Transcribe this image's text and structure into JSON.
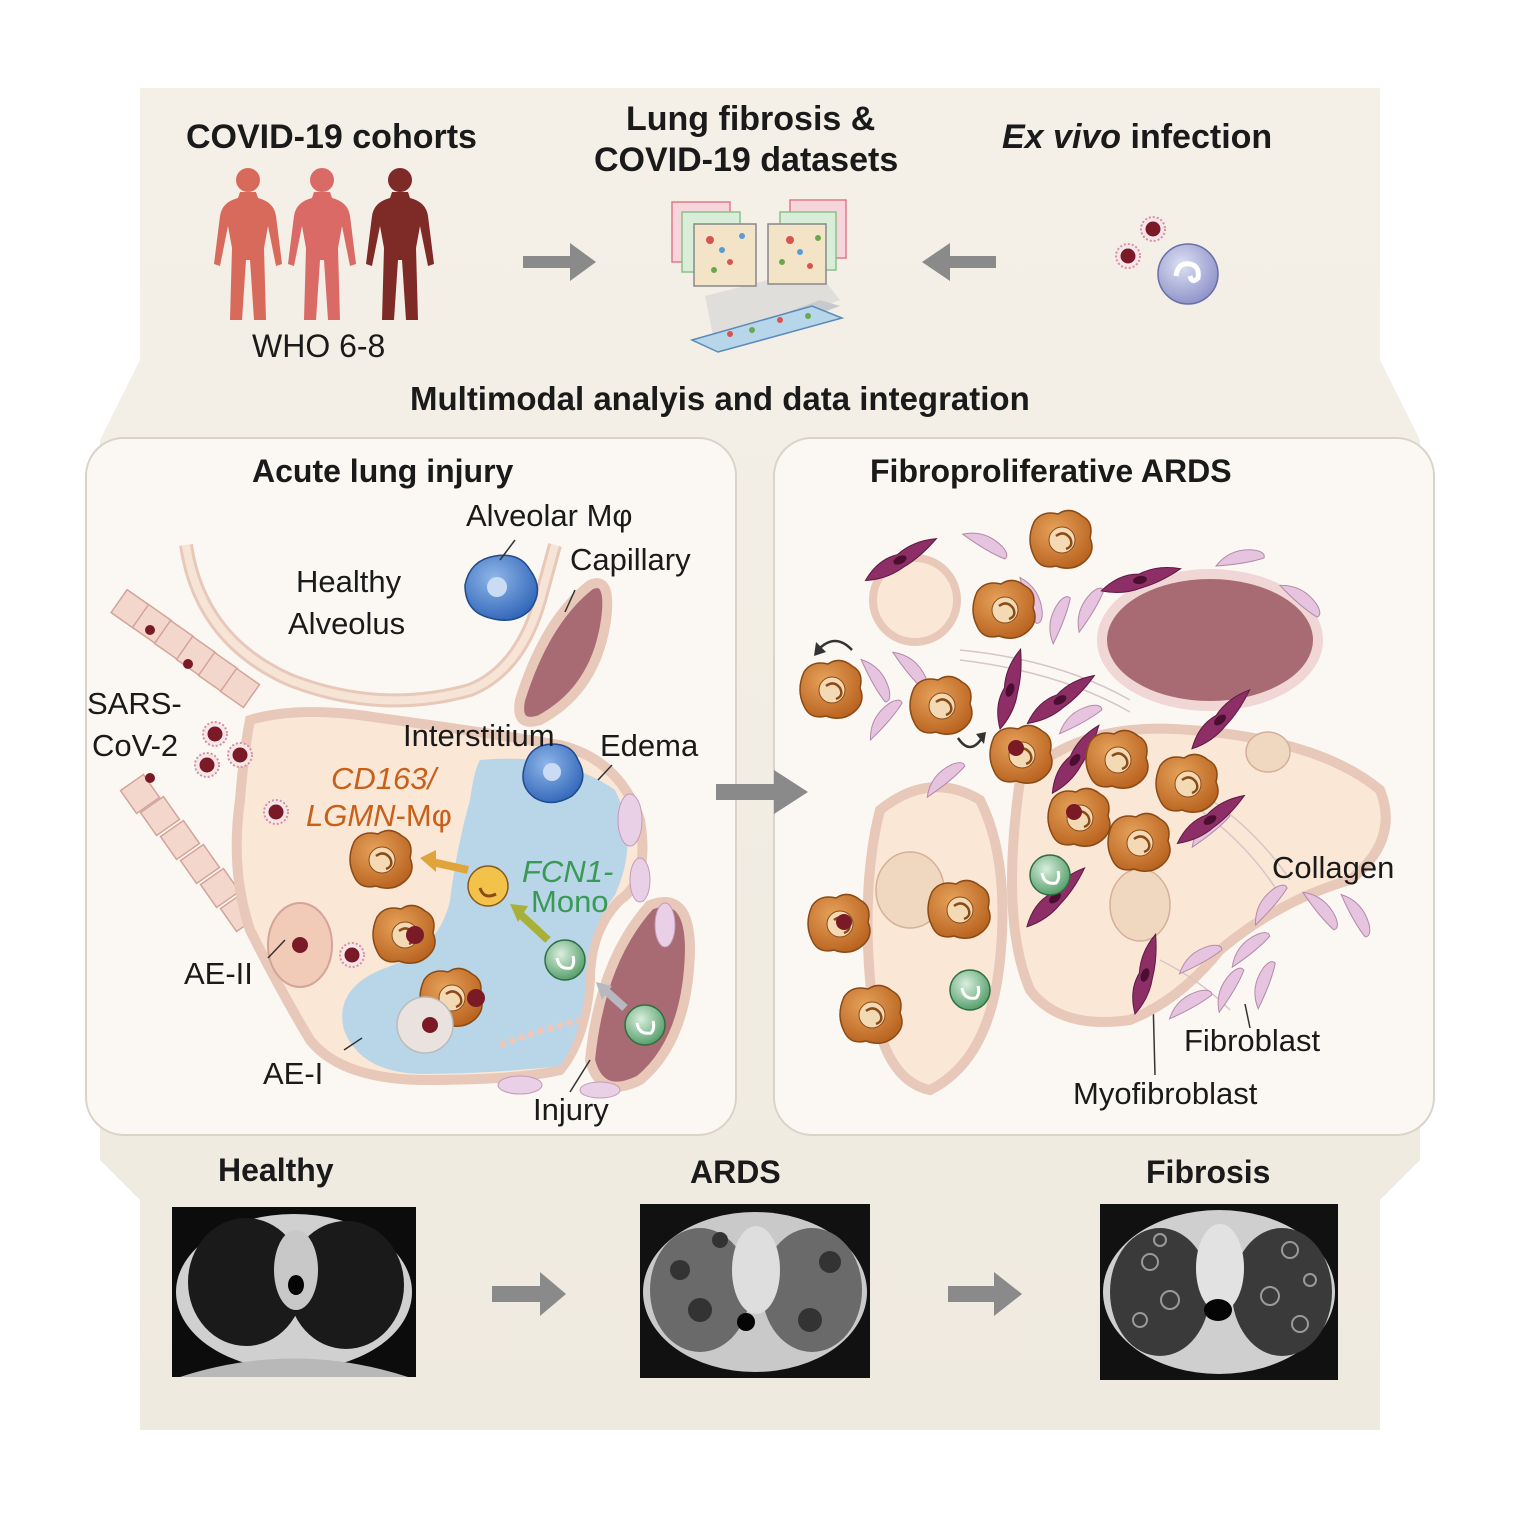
{
  "top": {
    "cohorts_title": "COVID-19 cohorts",
    "cohorts_sub": "WHO 6-8",
    "datasets_title_1": "Lung fibrosis &",
    "datasets_title_2": "COVID-19 datasets",
    "exvivo_italic": "Ex vivo",
    "exvivo_rest": " infection",
    "integration": "Multimodal analyis and data integration"
  },
  "acute": {
    "title": "Acute lung injury",
    "alveolar_macro": "Alveolar Mφ",
    "capillary": "Capillary",
    "healthy_1": "Healthy",
    "healthy_2": "Alveolus",
    "sars_1": "SARS-",
    "sars_2": "CoV-2",
    "interstitium": "Interstitium",
    "edema": "Edema",
    "cd163_1": "CD163/",
    "cd163_2a": "LGMN",
    "cd163_2b": "-Mφ",
    "fcn1_1": "FCN1-",
    "fcn1_2": "Mono",
    "ae2": "AE-II",
    "ae1": "AE-I",
    "injury": "Injury"
  },
  "fibro": {
    "title": "Fibroproliferative ARDS",
    "collagen": "Collagen",
    "fibroblast": "Fibroblast",
    "myofibroblast": "Myofibroblast"
  },
  "ct": {
    "healthy": "Healthy",
    "ards": "ARDS",
    "fibrosis": "Fibrosis"
  },
  "colors": {
    "band": "#f3efe6",
    "panel": "#fbf8f3",
    "edema": "#b9d6e8",
    "macrophage": "#c87a34",
    "monocyte": "#5aa36f",
    "myofibroblast": "#8d2f66",
    "fibroblast": "#e3b9d8",
    "arrow": "#8a8a8a"
  }
}
